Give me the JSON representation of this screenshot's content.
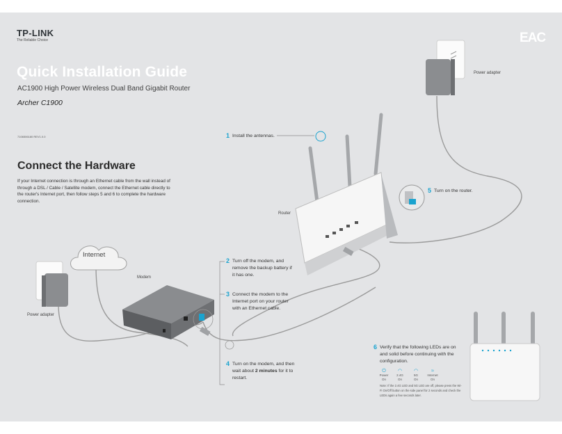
{
  "brand": {
    "logo_text": "TP-LINK",
    "tagline": "The Reliable Choice",
    "certification_mark": "EAC"
  },
  "header": {
    "title": "Quick Installation Guide",
    "subtitle": "AC1900 High Power Wireless Dual Band Gigabit Router",
    "model": "Archer C1900",
    "doc_number": "7106506180    REV1.0.0"
  },
  "section": {
    "title": "Connect the Hardware",
    "intro": "If your Internet connection is through an Ethernet cable from the wall instead of through a DSL / Cable / Satellite modem, connect the Ethernet cable directly to the router's Internet port, then follow steps 5 and 6 to complete the hardware connection."
  },
  "labels": {
    "power_adapter_top": "Power adapter",
    "power_adapter_left": "Power adapter",
    "router": "Router",
    "modem": "Modem",
    "internet": "Internet"
  },
  "steps": [
    {
      "number": "1",
      "text": "Install the antennas."
    },
    {
      "number": "2",
      "text": "Turn off the modem, and remove the backup battery if it has one."
    },
    {
      "number": "3",
      "text": "Connect the modem to the Internet port on your router with an Ethernet cable."
    },
    {
      "number": "4",
      "text_before": "Turn on the modem, and then wait about ",
      "text_bold": "2 minutes",
      "text_after": " for it to restart."
    },
    {
      "number": "5",
      "text": "Turn on the router."
    },
    {
      "number": "6",
      "text": "Verify that the following LEDs are on and solid before continuing with the configuration."
    }
  ],
  "leds": [
    {
      "icon": "power-icon",
      "name": "Power",
      "state": "On"
    },
    {
      "icon": "wifi-2g-icon",
      "name": "2.4G",
      "state": "On"
    },
    {
      "icon": "wifi-5g-icon",
      "name": "5G",
      "state": "On"
    },
    {
      "icon": "internet-icon",
      "name": "Internet",
      "state": "On"
    }
  ],
  "note": "Note: If the 2.4G LED and 5G LED are off, please press the Wi-Fi On/Off button on the side panel for 2 seconds and check the LEDs again a few seconds later.",
  "colors": {
    "accent": "#1aa3cf",
    "background": "#e3e4e6",
    "title": "#ffffff"
  }
}
